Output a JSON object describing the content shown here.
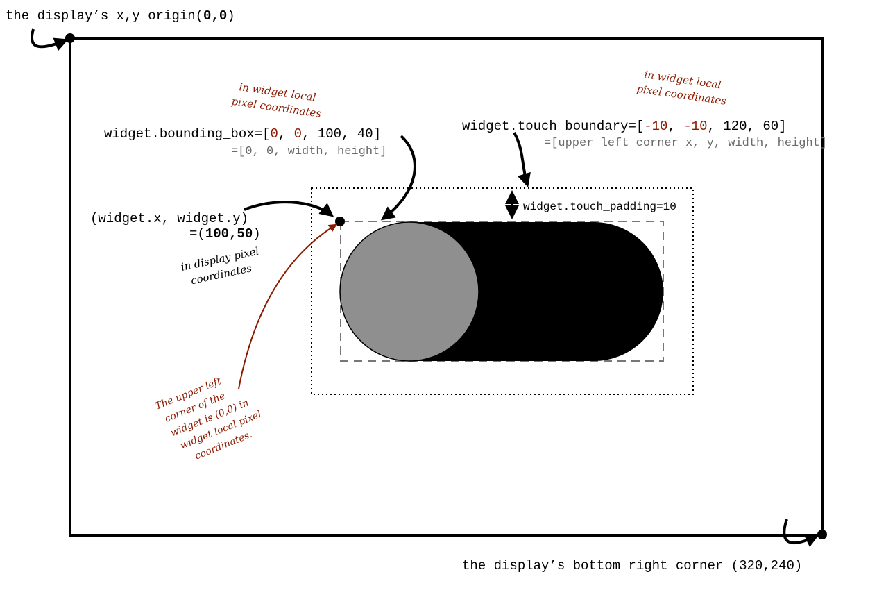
{
  "origin_label": {
    "prefix": "the display’s x,y origin(",
    "value": "0,0",
    "suffix": ")"
  },
  "corner_label": "the display’s bottom right corner (320,240)",
  "bounding_box": {
    "prefix": "widget.bounding_box=[",
    "v1": "0",
    "sep1": ", ",
    "v2": "0",
    "rest": ", 100, 40]",
    "formula": "=[0, 0, width, height]",
    "note_line1": "in widget local",
    "note_line2": "pixel coordinates"
  },
  "touch_boundary": {
    "prefix": "widget.touch_boundary=[",
    "v1": "-10",
    "sep1": ", ",
    "v2": "-10",
    "rest": ", 120, 60]",
    "formula": "=[upper left corner x, y, width, height]",
    "note_line1": "in widget local",
    "note_line2": "pixel coordinates"
  },
  "touch_padding": "widget.touch_padding=10",
  "widget_xy": {
    "line1": "(widget.x, widget.y)",
    "line2_prefix": "=(",
    "line2_value": "100,50",
    "line2_suffix": ")",
    "note_line1": "in display pixel",
    "note_line2": "coordinates"
  },
  "upper_left_note": [
    "The upper left",
    "corner of the",
    "widget is (0,0) in",
    "widget local pixel",
    "coordinates."
  ],
  "colors": {
    "note_red": "#8b1a00",
    "knob_gray": "#8f8f8f",
    "track_black": "#000000",
    "formula_gray": "#6b6b6b",
    "dashed_gray": "#777777"
  }
}
